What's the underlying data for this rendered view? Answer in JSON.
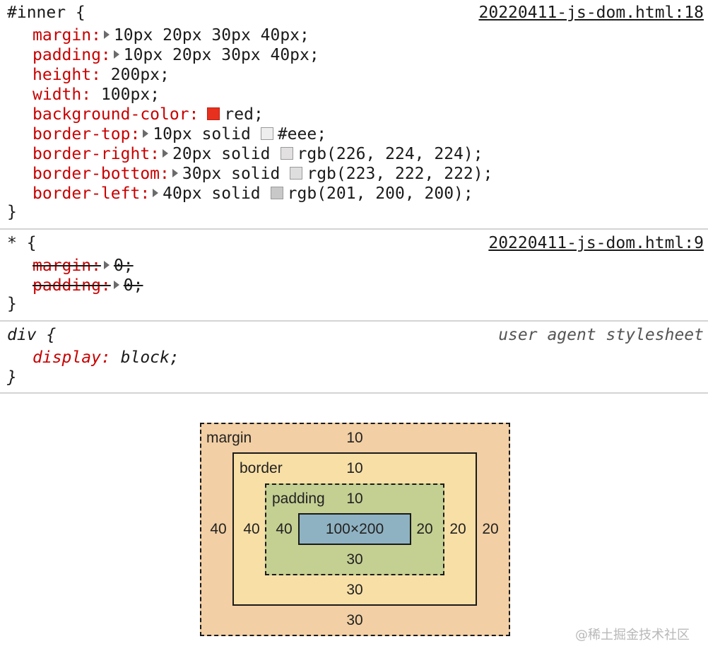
{
  "rules": [
    {
      "selector": "#inner {",
      "source": "20220411-js-dom.html:18",
      "close": "}",
      "props": [
        {
          "name": "margin:",
          "value": "10px 20px 30px 40px;"
        },
        {
          "name": "padding:",
          "value": "10px 20px 30px 40px;"
        },
        {
          "name": "height:",
          "value": "200px;"
        },
        {
          "name": "width:",
          "value": "100px;"
        },
        {
          "name": "background-color:",
          "value": "red;",
          "swatch": "#e8301e"
        },
        {
          "name": "border-top:",
          "value_pre": "10px solid",
          "value": "#eee;",
          "swatch": "#eeeeee"
        },
        {
          "name": "border-right:",
          "value_pre": "20px solid",
          "value": "rgb(226, 224, 224);",
          "swatch": "#e2e0e0"
        },
        {
          "name": "border-bottom:",
          "value_pre": "30px solid",
          "value": "rgb(223, 222, 222);",
          "swatch": "#dfdede"
        },
        {
          "name": "border-left:",
          "value_pre": "40px solid",
          "value": "rgb(201, 200, 200);",
          "swatch": "#c9c8c8"
        }
      ]
    },
    {
      "selector": "* {",
      "source": "20220411-js-dom.html:9",
      "close": "}",
      "props": [
        {
          "name": "margin:",
          "value": "0;"
        },
        {
          "name": "padding:",
          "value": "0;"
        }
      ]
    },
    {
      "selector": "div {",
      "source": "user agent stylesheet",
      "close": "}",
      "props": [
        {
          "name": "display:",
          "value": "block;"
        }
      ]
    }
  ],
  "box_model": {
    "margin_label": "margin",
    "border_label": "border",
    "padding_label": "padding",
    "margin": {
      "top": "10",
      "right": "20",
      "bottom": "30",
      "left": "40"
    },
    "border": {
      "top": "10",
      "right": "20",
      "bottom": "30",
      "left": "40"
    },
    "padding": {
      "top": "10",
      "right": "20",
      "bottom": "30",
      "left": "40"
    },
    "content": "100×200",
    "colors": {
      "margin": "#f2cfa4",
      "border": "#f8dfa6",
      "padding": "#c4cf92",
      "content": "#8fb2c2"
    }
  },
  "watermark": "@稀土掘金技术社区"
}
